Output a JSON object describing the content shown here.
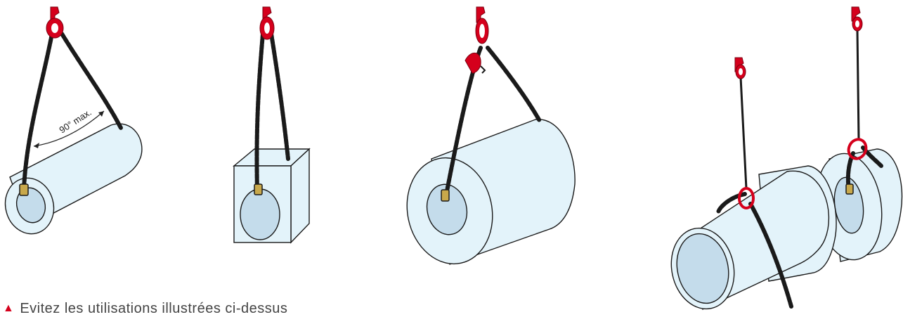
{
  "figures": [
    {
      "id": "pipe-90",
      "angle_label": "90° max."
    },
    {
      "id": "block"
    },
    {
      "id": "big-roll"
    },
    {
      "id": "two-rolls"
    }
  ],
  "caption": {
    "text": "Evitez les utilisations illustrées ci-dessus",
    "icon": "warning-triangle-icon"
  },
  "colors": {
    "hook": "#d5001c",
    "chain": "#1a1a1a",
    "object_fill": "#e3f3fa",
    "object_stroke": "#1a1a1a",
    "bore_fill": "#c4dceb",
    "clip": "#c8a84b"
  }
}
